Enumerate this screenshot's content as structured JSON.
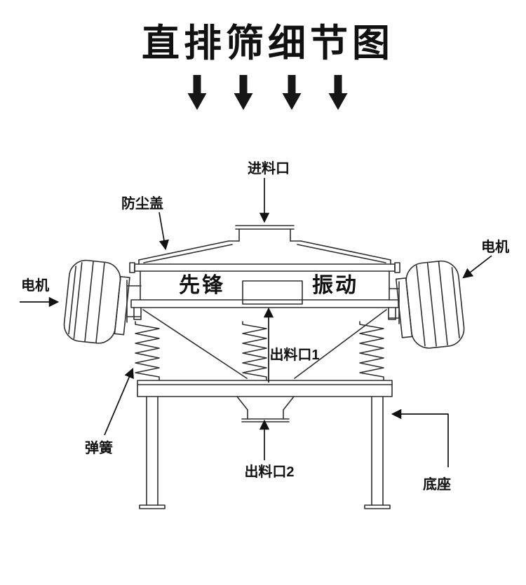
{
  "title": "直排筛细节图",
  "diagram": {
    "machine_text": {
      "left": "先锋",
      "right": "振动"
    },
    "labels": {
      "feed_inlet": "进料口",
      "dust_cover": "防尘盖",
      "motor_left": "电机",
      "motor_right": "电机",
      "outlet_1": "出料口1",
      "spring": "弹簧",
      "outlet_2": "出料口2",
      "base": "底座"
    }
  },
  "colors": {
    "ink": "#111111",
    "line": "#2e2e2e",
    "background": "#ffffff"
  }
}
